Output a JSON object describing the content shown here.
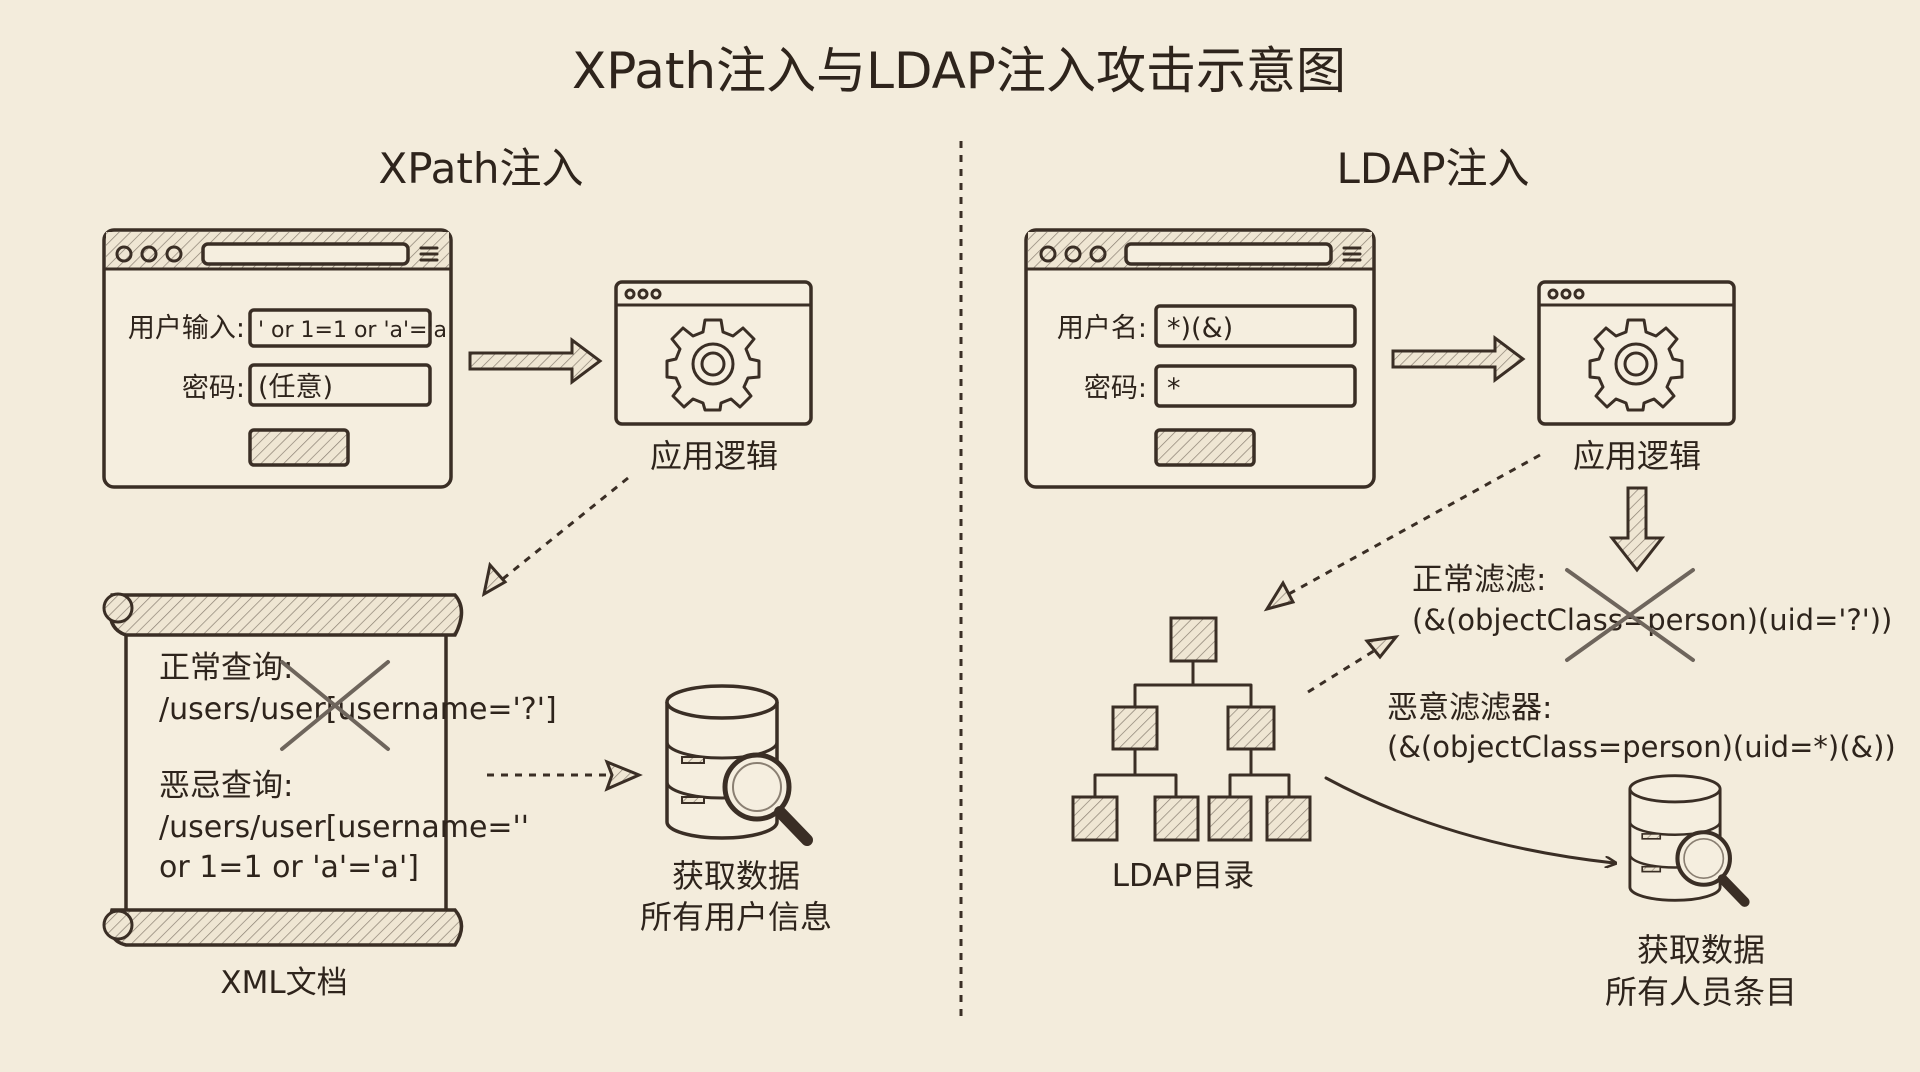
{
  "title": "XPath注入与LDAP注入攻击示意图",
  "xpath": {
    "heading": "XPath注入",
    "form": {
      "username_label": "用户输入:",
      "username_value": "' or 1=1 or 'a'='a",
      "password_label": "密码:",
      "password_value": "(任意)"
    },
    "app_label": "应用逻辑",
    "scroll": {
      "normal_title": "正常查询:",
      "normal_query": "/users/user[username='?']",
      "malicious_title": "恶忌查询:",
      "malicious_query_line1": "/users/user[username=''",
      "malicious_query_line2": "or 1=1 or 'a'='a']",
      "caption": "XML文档"
    },
    "result_line1": "获取数据",
    "result_line2": "所有用户信息"
  },
  "ldap": {
    "heading": "LDAP注入",
    "form": {
      "username_label": "用户名:",
      "username_value": "*)(&)",
      "password_label": "密码:",
      "password_value": "*"
    },
    "app_label": "应用逻辑",
    "normal_title": "正常滤滤:",
    "normal_filter": "(&(objectClass=person)(uid='?'))",
    "malicious_title": "恶意滤滤器:",
    "malicious_filter": "(&(objectClass=person)(uid=*)(&))",
    "directory_caption": "LDAP目录",
    "result_line1": "获取数据",
    "result_line2": "所有人员条目"
  },
  "colors": {
    "paper": "#f3ecdc",
    "ink": "#3a2e25",
    "strike": "#6e655c"
  }
}
